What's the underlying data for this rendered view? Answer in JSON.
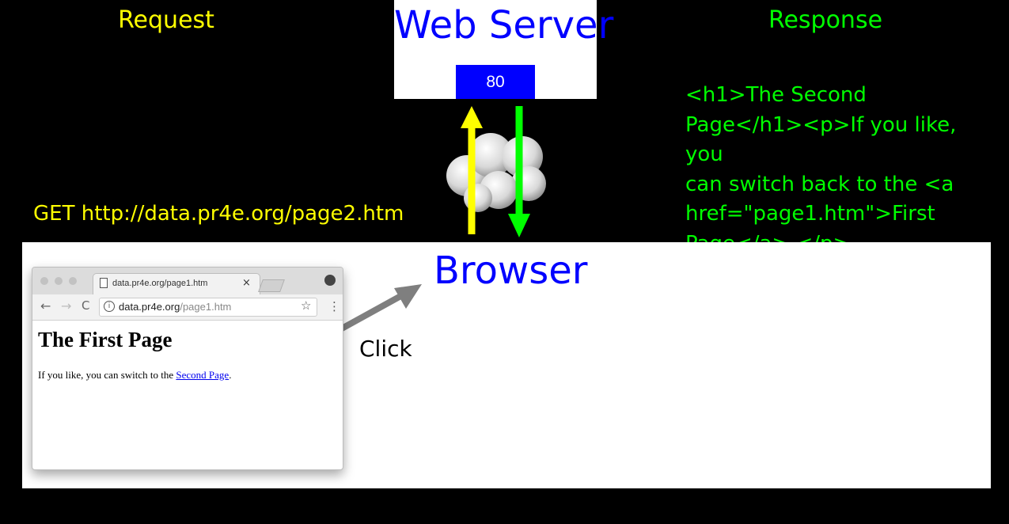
{
  "labels": {
    "request": "Request",
    "response": "Response",
    "browser": "Browser",
    "click": "Click"
  },
  "server": {
    "title": "Web Server",
    "port": "80"
  },
  "request_line": "GET http://data.pr4e.org/page2.htm",
  "response_lines": [
    "<h1>The Second",
    "Page</h1><p>If you like, you",
    "can switch back to the <a",
    "href=\"page1.htm\">First",
    "Page</a>.</p>"
  ],
  "mini_browser": {
    "tab_title": "data.pr4e.org/page1.htm",
    "tab_close": "×",
    "url_host": "data.pr4e.org",
    "url_path": "/page1.htm",
    "heading": "The First Page",
    "para_before": "If you like, you can switch to the ",
    "link_text": "Second Page",
    "para_after": "."
  },
  "icons": {
    "back": "←",
    "forward": "→",
    "reload": "C",
    "info": "i",
    "star": "☆",
    "menu": "⋮"
  },
  "colors": {
    "request": "#ffff00",
    "response": "#00ff00",
    "server": "#0000ff",
    "arrow_click": "#7f7f7f"
  }
}
